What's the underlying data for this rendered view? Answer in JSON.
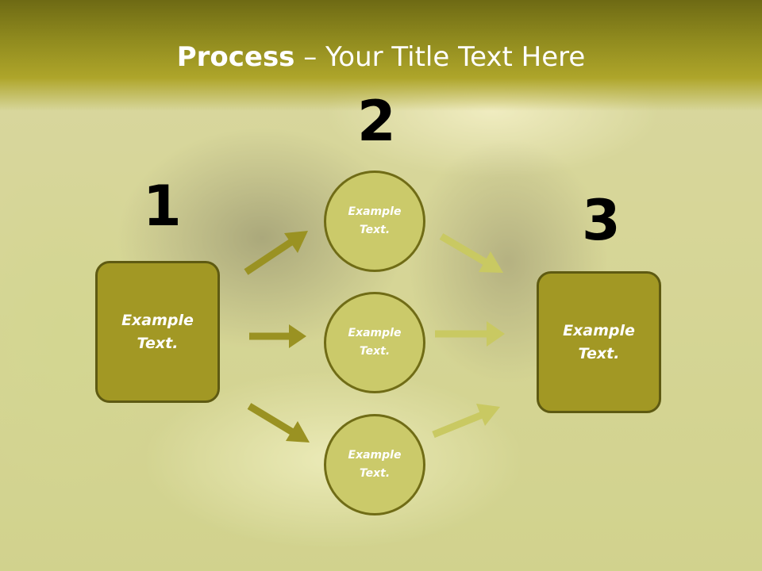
{
  "title": {
    "bold": "Process",
    "rest": " – Your Title Text Here"
  },
  "steps": {
    "one": {
      "number": "1",
      "text": "Example Text."
    },
    "two": {
      "number": "2"
    },
    "three": {
      "number": "3",
      "text": "Example Text."
    }
  },
  "circles": [
    {
      "text": "Example Text."
    },
    {
      "text": "Example Text."
    },
    {
      "text": "Example Text."
    }
  ],
  "colors": {
    "title_bar": "#8f8a1e",
    "box_fill": "#a29824",
    "circle_fill": "#cbca6a",
    "arrow_dark": "#9a9222",
    "arrow_light": "#c9c962"
  }
}
